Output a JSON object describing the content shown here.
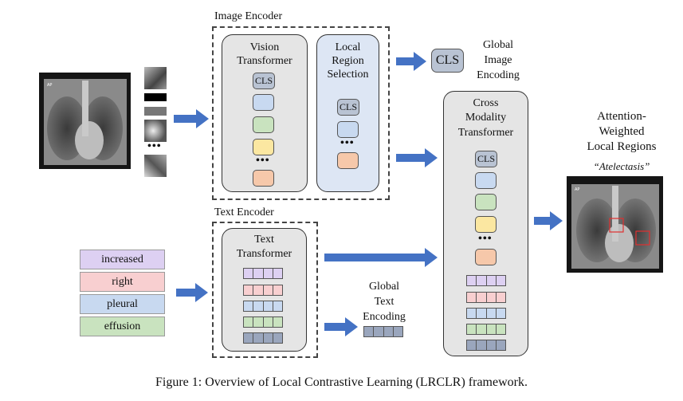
{
  "image_encoder": {
    "title": "Image Encoder"
  },
  "vision_transformer": {
    "title_line1": "Vision",
    "title_line2": "Transformer",
    "cls": "CLS",
    "dots": "•••"
  },
  "local_region_selection": {
    "title_line1": "Local",
    "title_line2": "Region",
    "title_line3": "Selection",
    "cls": "CLS",
    "dots": "•••"
  },
  "global_image_encoding": {
    "cls": "CLS",
    "line1": "Global",
    "line2": "Image",
    "line3": "Encoding"
  },
  "cross_modality": {
    "title_line1": "Cross",
    "title_line2": "Modality",
    "title_line3": "Transformer",
    "cls": "CLS",
    "dots": "•••"
  },
  "output": {
    "line1": "Attention-",
    "line2": "Weighted",
    "line3": "Local Regions",
    "quote": "“Atelectasis”"
  },
  "text_encoder": {
    "title": "Text Encoder",
    "transformer_line1": "Text",
    "transformer_line2": "Transformer"
  },
  "words": [
    "increased",
    "right",
    "pleural",
    "effusion"
  ],
  "global_text_encoding": {
    "line1": "Global",
    "line2": "Text",
    "line3": "Encoding"
  },
  "thumbs_dots": "•••",
  "caption": "Figure 1: Overview of Local Contrastive Learning (LRCLR) framework.",
  "colors": {
    "blue": "#c8d9f0",
    "green": "#c9e3bf",
    "yellow": "#fbe7a1",
    "orange": "#f6c8aa",
    "purple": "#ddd0f2",
    "pink": "#f8cfd0",
    "gray_block": "#e5e5e5",
    "lrs_block": "#dde6f4",
    "arrow": "#4472c4",
    "cls": "#b9c3d3",
    "navy": "#9aa6bd"
  }
}
